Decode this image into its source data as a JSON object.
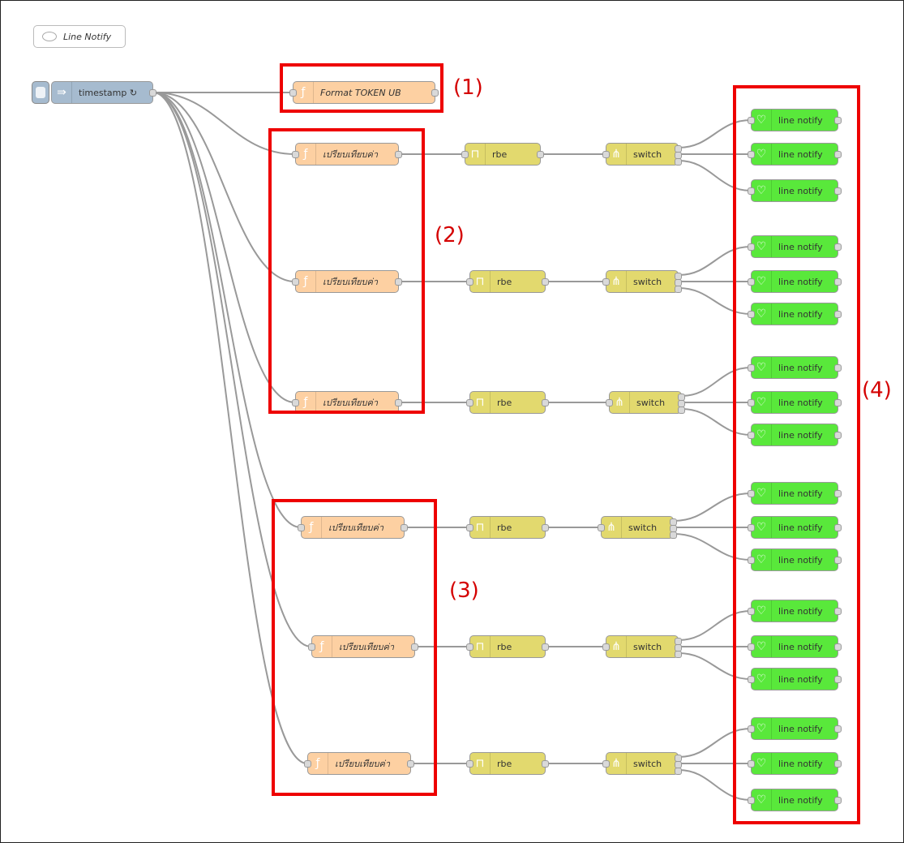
{
  "comment": {
    "label": "Line Notify"
  },
  "inject": {
    "label": "timestamp ↻"
  },
  "format_node": {
    "label": "Format TOKEN UB"
  },
  "function_label": "เปรียบเทียบค่า",
  "rbe_label": "rbe",
  "switch_label": "switch",
  "line_notify_label": "line notify",
  "callouts": [
    "(1)",
    "(2)",
    "(3)",
    "(4)"
  ],
  "colors": {
    "function_node": "#fdd0a2",
    "rbe_node": "#e2d96e",
    "switch_node": "#e2d96e",
    "line_notify_node": "#59e83b",
    "inject_node": "#a6bbcf",
    "annotation_box": "#ee0000"
  },
  "icons": {
    "function": "function-icon",
    "rbe": "rbe-icon",
    "switch": "switch-icon",
    "line_notify": "lightbulb-icon",
    "inject": "inject-arrow-icon",
    "comment": "comment-icon"
  }
}
